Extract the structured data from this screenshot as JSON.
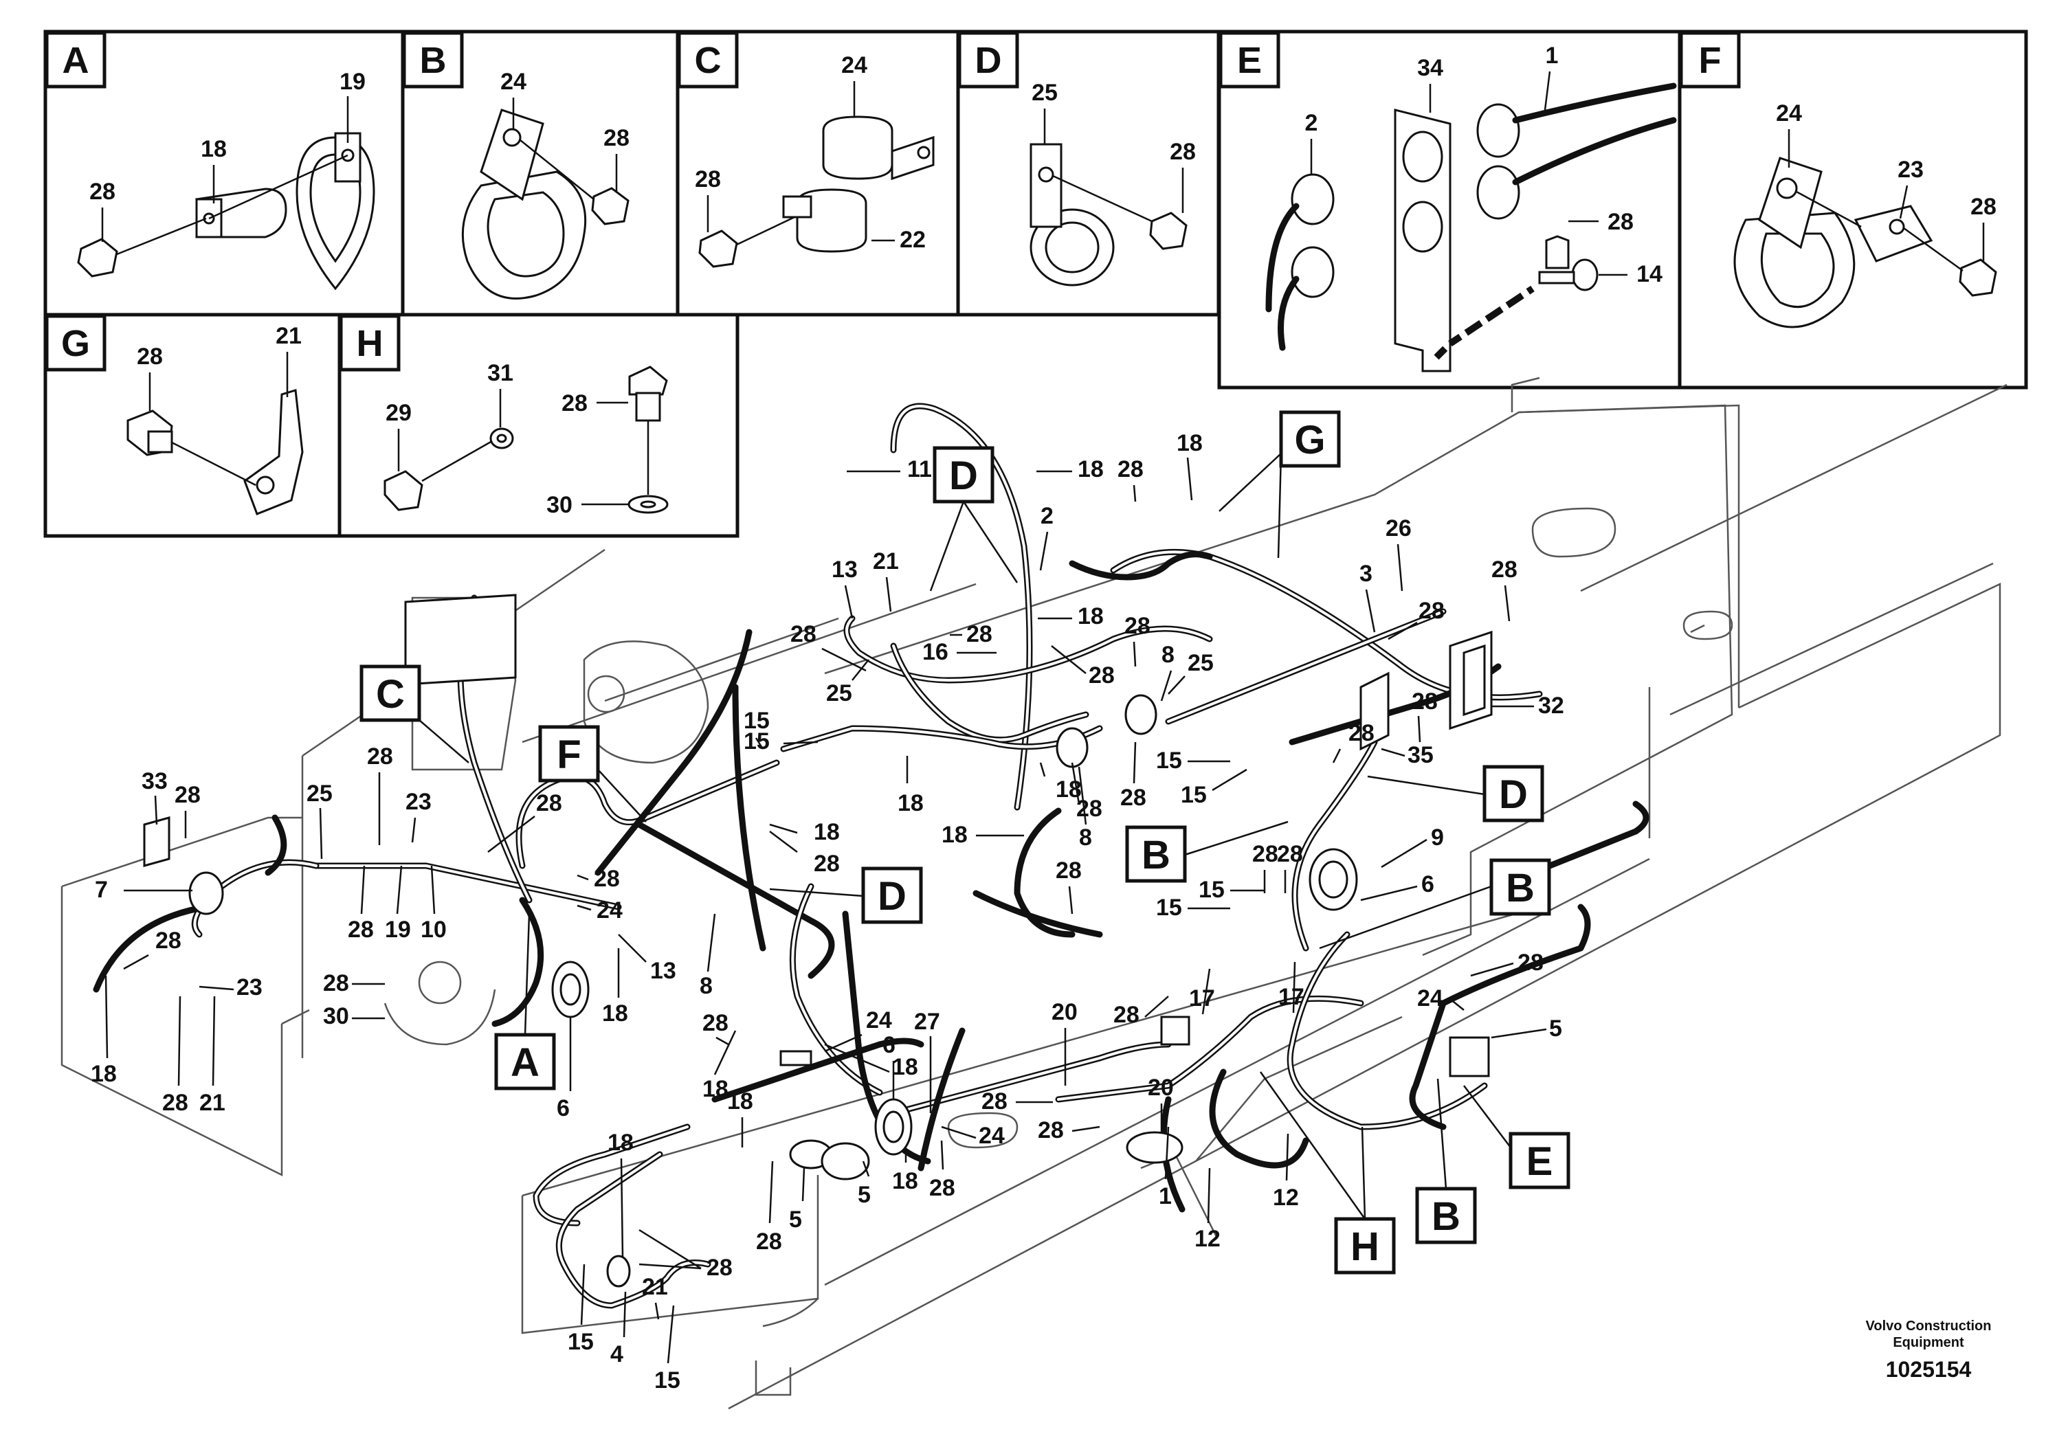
{
  "detail_panels": [
    {
      "letter": "A",
      "labels": [
        "19",
        "18",
        "28"
      ]
    },
    {
      "letter": "B",
      "labels": [
        "24",
        "28"
      ]
    },
    {
      "letter": "C",
      "labels": [
        "24",
        "28",
        "22"
      ]
    },
    {
      "letter": "D",
      "labels": [
        "25",
        "28"
      ]
    },
    {
      "letter": "E",
      "labels": [
        "34",
        "1",
        "2",
        "28",
        "14"
      ]
    },
    {
      "letter": "F",
      "labels": [
        "24",
        "23",
        "28"
      ]
    },
    {
      "letter": "G",
      "labels": [
        "28",
        "21"
      ]
    },
    {
      "letter": "H",
      "labels": [
        "29",
        "31",
        "28",
        "30"
      ]
    }
  ],
  "main_callouts": [
    "D",
    "G",
    "C",
    "F",
    "D",
    "B",
    "D",
    "B",
    "A",
    "H",
    "B",
    "E"
  ],
  "part_numbers": [
    "11",
    "18",
    "28",
    "18",
    "2",
    "13",
    "21",
    "18",
    "28",
    "16",
    "28",
    "28",
    "25",
    "28",
    "8",
    "25",
    "3",
    "26",
    "28",
    "28",
    "32",
    "15",
    "15",
    "15",
    "18",
    "28",
    "18",
    "15",
    "15",
    "28",
    "28",
    "35",
    "33",
    "28",
    "25",
    "28",
    "23",
    "28",
    "7",
    "28",
    "19",
    "10",
    "28",
    "24",
    "13",
    "18",
    "28",
    "18",
    "8",
    "28",
    "8",
    "18",
    "28",
    "15",
    "28",
    "9",
    "6",
    "28",
    "28",
    "23",
    "28",
    "30",
    "18",
    "28",
    "21",
    "6",
    "18",
    "28",
    "24",
    "6",
    "27",
    "18",
    "28",
    "17",
    "17",
    "28",
    "24",
    "28",
    "5",
    "20",
    "20",
    "28",
    "24",
    "1",
    "12",
    "12",
    "18",
    "18",
    "5",
    "18",
    "28",
    "5",
    "28",
    "28",
    "21",
    "15",
    "4",
    "15"
  ],
  "footer": {
    "company_line1": "Volvo Construction",
    "company_line2": "Equipment",
    "drawing_number": "1025154"
  }
}
